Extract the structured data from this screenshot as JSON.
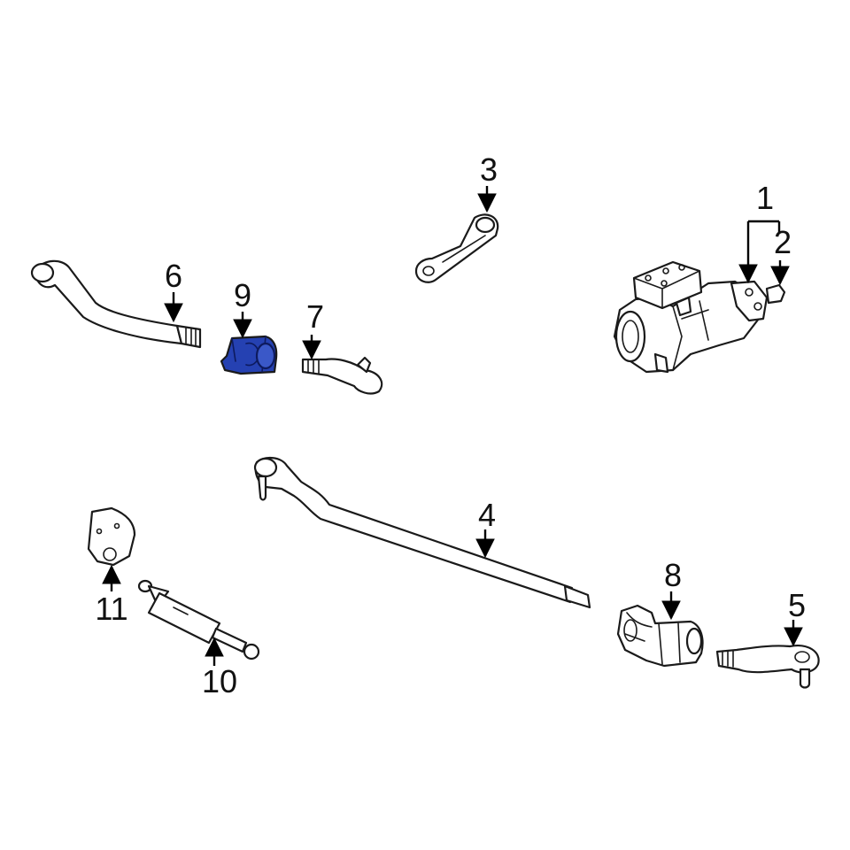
{
  "highlight_color": "#2541b2",
  "callouts": [
    {
      "id": "1",
      "label": "1"
    },
    {
      "id": "2",
      "label": "2"
    },
    {
      "id": "3",
      "label": "3"
    },
    {
      "id": "4",
      "label": "4"
    },
    {
      "id": "5",
      "label": "5"
    },
    {
      "id": "6",
      "label": "6"
    },
    {
      "id": "7",
      "label": "7"
    },
    {
      "id": "8",
      "label": "8"
    },
    {
      "id": "9",
      "label": "9"
    },
    {
      "id": "10",
      "label": "10"
    },
    {
      "id": "11",
      "label": "11"
    }
  ],
  "highlighted_part": "9"
}
